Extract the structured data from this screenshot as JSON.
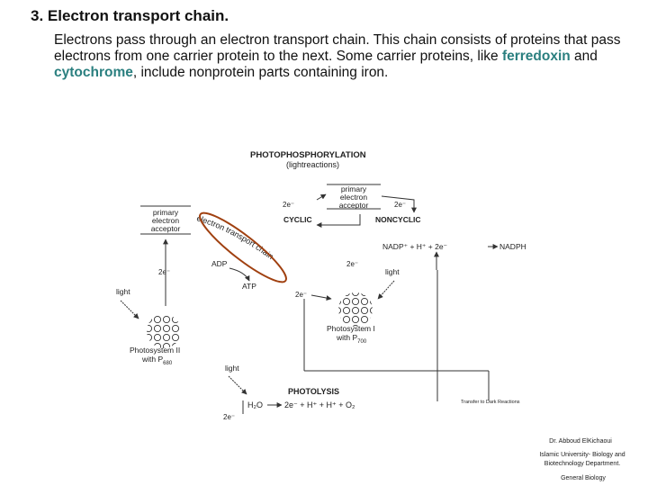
{
  "slide": {
    "title": "3. Electron transport chain.",
    "para_before_1": " Electrons pass through an electron transport chain. This chain consists of proteins that pass electrons from one carrier protein to the next. Some carrier proteins, like ",
    "highlight_1": "ferredoxin",
    "para_mid": " and ",
    "highlight_2": "cytochrome",
    "para_after": ", include nonprotein parts containing iron."
  },
  "diagram": {
    "heading": "PHOTOPHOSPHORYLATION",
    "subheading": "(lightreactions)",
    "primary_acceptor_top": [
      "primary",
      "electron",
      "acceptor"
    ],
    "primary_acceptor_left": [
      "primary",
      "electron",
      "acceptor"
    ],
    "cyclic": "CYCLIC",
    "noncyclic": "NONCYCLIC",
    "two_e": "2e⁻",
    "etc_label": "electron transport chain",
    "adp": "ADP",
    "atp": "ATP",
    "nadp_eq": "NADP⁺ + H⁺ + 2e⁻",
    "nadph": "NADPH",
    "light": "light",
    "ps1": "Photosystem I",
    "ps1_with": "with P",
    "ps1_sub": "700",
    "ps2": "Photosystem II",
    "ps2_with": "with P",
    "ps2_sub": "680",
    "photolysis": "PHOTOLYSIS",
    "h2o": "H₂O",
    "photolysis_eq": "2e⁻ + H⁺ + H⁺ + O₂",
    "to_dark": "Transfer to Dark Reactions",
    "accent_color": "#a04010"
  },
  "credits": {
    "author": "Dr. Abboud ElKichaoui",
    "affiliation_1": "Islamic University- Biology and",
    "affiliation_2": "Biotechnology Department.",
    "course": "General Biology"
  }
}
